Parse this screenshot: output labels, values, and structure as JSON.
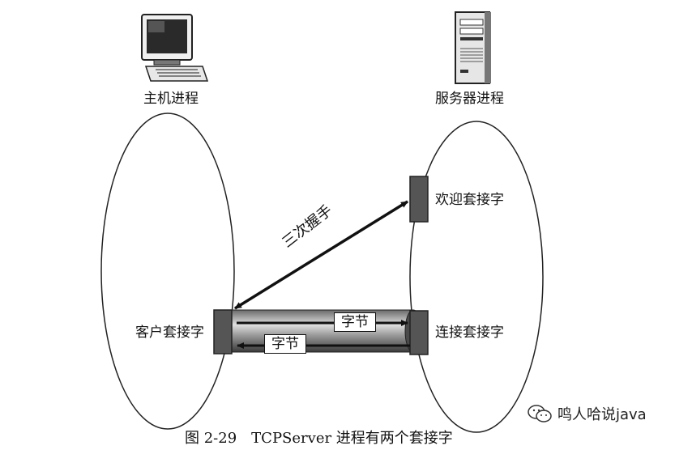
{
  "host": {
    "label": "主机进程",
    "icon": "desktop-computer-icon"
  },
  "server": {
    "label": "服务器进程",
    "icon": "server-tower-icon"
  },
  "sockets": {
    "welcome": "欢迎套接字",
    "client": "客户套接字",
    "connection": "连接套接字"
  },
  "handshake": "三次握手",
  "bytes": {
    "forward": "字节",
    "backward": "字节"
  },
  "caption": {
    "number": "图 2-29",
    "text": "TCPServer 进程有两个套接字"
  },
  "watermark": {
    "text": "鸣人哈说java",
    "icon": "wechat-logo-icon"
  },
  "colors": {
    "socket": "#555555",
    "pipe_dark": "#3a3a3a",
    "pipe_light": "#c8c8c8",
    "line": "#111111"
  }
}
